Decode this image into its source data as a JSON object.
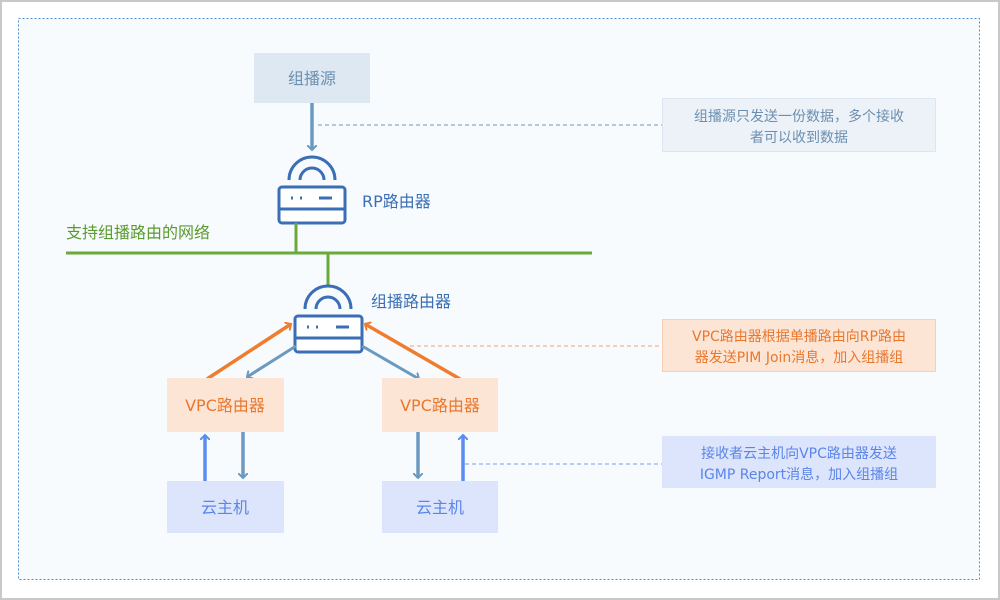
{
  "nodes": {
    "source": "组播源",
    "rp_router": "RP路由器",
    "network": "支持组播路由的网络",
    "mc_router": "组播路由器",
    "vpc_left": "VPC路由器",
    "vpc_right": "VPC路由器",
    "host_left": "云主机",
    "host_right": "云主机"
  },
  "notes": {
    "note1": [
      "组播源只发送一份数据，多个接收",
      "者可以收到数据"
    ],
    "note2": [
      "VPC路由器根据单播路由向RP路由",
      "器发送PIM Join消息，加入组播组"
    ],
    "note3": [
      "接收者云主机向VPC路由器发送",
      "IGMP Report消息，加入组播组"
    ]
  },
  "colors": {
    "router_blue": "#3a6fb5",
    "network_green": "#6aaa3a",
    "orange": "#e8782e",
    "host_blue": "#5b85e8",
    "arrow_gray": "#6b9ac0"
  }
}
